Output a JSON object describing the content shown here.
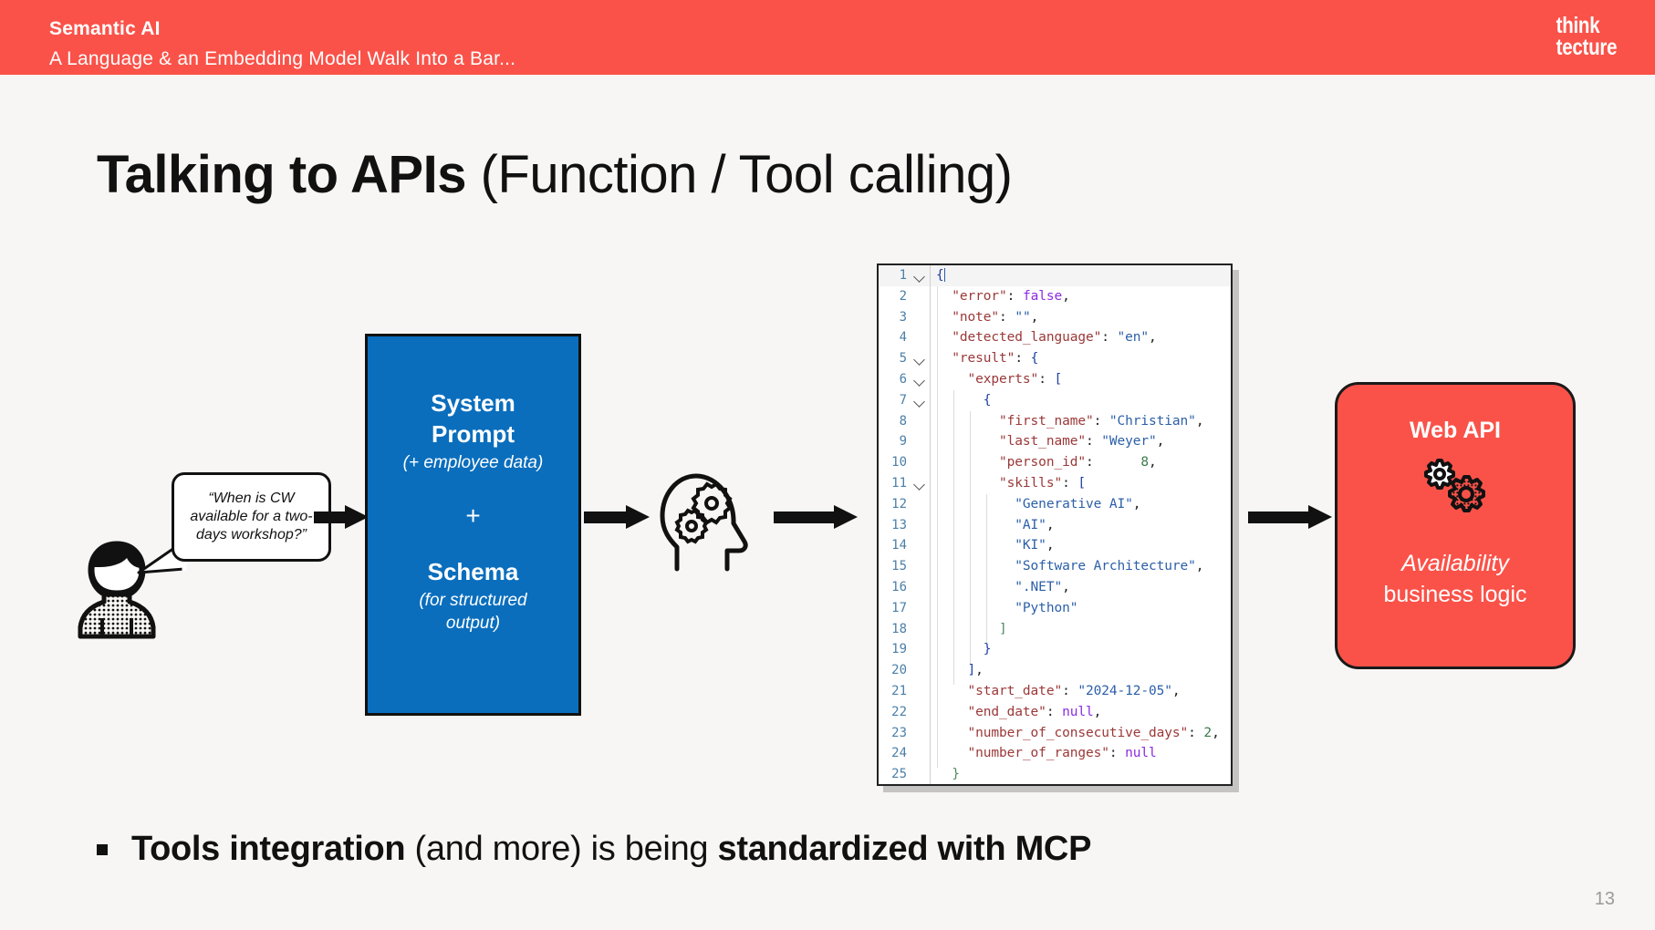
{
  "header": {
    "title": "Semantic AI",
    "subtitle": "A Language & an Embedding Model Walk Into a Bar...",
    "logo_line1": "think",
    "logo_line2": "tecture",
    "bar_color": "#fa5249"
  },
  "title": {
    "bold_part": "Talking to APIs",
    "regular_part": " (Function / Tool calling)"
  },
  "diagram": {
    "speech_bubble": "“When is CW available for a two-days workshop?”",
    "person_icon": "person-icon",
    "brain_icon": "head-with-gears-icon",
    "system_prompt_box": {
      "heading_line1": "System",
      "heading_line2": "Prompt",
      "sub1": "(+ employee data)",
      "plus": "+",
      "heading2": "Schema",
      "sub2_line1": "(for structured",
      "sub2_line2": "output)",
      "color": "#0a6ebd"
    },
    "web_api_box": {
      "heading": "Web API",
      "gears_icon": "gears-icon",
      "sub_italic": "Availability",
      "sub_regular": "business logic",
      "color": "#fa5249"
    },
    "arrows": [
      "arrow-right",
      "arrow-right",
      "arrow-right"
    ]
  },
  "code": {
    "language": "json",
    "active_line": 1,
    "lines": [
      {
        "n": 1,
        "fold": true,
        "indent": 0,
        "tokens": [
          {
            "t": "{",
            "c": "p"
          },
          {
            "t": "",
            "c": "cursor"
          }
        ]
      },
      {
        "n": 2,
        "fold": false,
        "indent": 1,
        "tokens": [
          {
            "t": "  \"error\"",
            "c": "k"
          },
          {
            "t": ": ",
            "c": "x"
          },
          {
            "t": "false",
            "c": "lit"
          },
          {
            "t": ",",
            "c": "x"
          }
        ]
      },
      {
        "n": 3,
        "fold": false,
        "indent": 1,
        "tokens": [
          {
            "t": "  \"note\"",
            "c": "k"
          },
          {
            "t": ": ",
            "c": "x"
          },
          {
            "t": "\"\"",
            "c": "s"
          },
          {
            "t": ",",
            "c": "x"
          }
        ]
      },
      {
        "n": 4,
        "fold": false,
        "indent": 1,
        "tokens": [
          {
            "t": "  \"detected_language\"",
            "c": "k"
          },
          {
            "t": ": ",
            "c": "x"
          },
          {
            "t": "\"en\"",
            "c": "s"
          },
          {
            "t": ",",
            "c": "x"
          }
        ]
      },
      {
        "n": 5,
        "fold": true,
        "indent": 1,
        "tokens": [
          {
            "t": "  \"result\"",
            "c": "k"
          },
          {
            "t": ": ",
            "c": "x"
          },
          {
            "t": "{",
            "c": "p"
          }
        ]
      },
      {
        "n": 6,
        "fold": true,
        "indent": 2,
        "tokens": [
          {
            "t": "    \"experts\"",
            "c": "k"
          },
          {
            "t": ": ",
            "c": "x"
          },
          {
            "t": "[",
            "c": "p"
          }
        ]
      },
      {
        "n": 7,
        "fold": true,
        "indent": 3,
        "tokens": [
          {
            "t": "      {",
            "c": "p"
          }
        ]
      },
      {
        "n": 8,
        "fold": false,
        "indent": 4,
        "tokens": [
          {
            "t": "        \"first_name\"",
            "c": "k"
          },
          {
            "t": ": ",
            "c": "x"
          },
          {
            "t": "\"Christian\"",
            "c": "s"
          },
          {
            "t": ",",
            "c": "x"
          }
        ]
      },
      {
        "n": 9,
        "fold": false,
        "indent": 4,
        "tokens": [
          {
            "t": "        \"last_name\"",
            "c": "k"
          },
          {
            "t": ": ",
            "c": "x"
          },
          {
            "t": "\"Weyer\"",
            "c": "s"
          },
          {
            "t": ",",
            "c": "x"
          }
        ]
      },
      {
        "n": 10,
        "fold": false,
        "indent": 4,
        "tokens": [
          {
            "t": "        \"person_id\"",
            "c": "k"
          },
          {
            "t": ":      ",
            "c": "x"
          },
          {
            "t": "8",
            "c": "n"
          },
          {
            "t": ",",
            "c": "x"
          }
        ]
      },
      {
        "n": 11,
        "fold": true,
        "indent": 4,
        "tokens": [
          {
            "t": "        \"skills\"",
            "c": "k"
          },
          {
            "t": ": ",
            "c": "x"
          },
          {
            "t": "[",
            "c": "p"
          }
        ]
      },
      {
        "n": 12,
        "fold": false,
        "indent": 5,
        "tokens": [
          {
            "t": "          \"Generative AI\"",
            "c": "s"
          },
          {
            "t": ",",
            "c": "x"
          }
        ]
      },
      {
        "n": 13,
        "fold": false,
        "indent": 5,
        "tokens": [
          {
            "t": "          \"AI\"",
            "c": "s"
          },
          {
            "t": ",",
            "c": "x"
          }
        ]
      },
      {
        "n": 14,
        "fold": false,
        "indent": 5,
        "tokens": [
          {
            "t": "          \"KI\"",
            "c": "s"
          },
          {
            "t": ",",
            "c": "x"
          }
        ]
      },
      {
        "n": 15,
        "fold": false,
        "indent": 5,
        "tokens": [
          {
            "t": "          \"Software Architecture\"",
            "c": "s"
          },
          {
            "t": ",",
            "c": "x"
          }
        ]
      },
      {
        "n": 16,
        "fold": false,
        "indent": 5,
        "tokens": [
          {
            "t": "          \".NET\"",
            "c": "s"
          },
          {
            "t": ",",
            "c": "x"
          }
        ]
      },
      {
        "n": 17,
        "fold": false,
        "indent": 5,
        "tokens": [
          {
            "t": "          \"Python\"",
            "c": "s"
          }
        ]
      },
      {
        "n": 18,
        "fold": false,
        "indent": 4,
        "tokens": [
          {
            "t": "        ]",
            "c": "pg"
          }
        ]
      },
      {
        "n": 19,
        "fold": false,
        "indent": 3,
        "tokens": [
          {
            "t": "      }",
            "c": "p"
          }
        ]
      },
      {
        "n": 20,
        "fold": false,
        "indent": 2,
        "tokens": [
          {
            "t": "    ]",
            "c": "p"
          },
          {
            "t": ",",
            "c": "x"
          }
        ]
      },
      {
        "n": 21,
        "fold": false,
        "indent": 1,
        "tokens": [
          {
            "t": "    \"start_date\"",
            "c": "k"
          },
          {
            "t": ": ",
            "c": "x"
          },
          {
            "t": "\"2024-12-05\"",
            "c": "s"
          },
          {
            "t": ",",
            "c": "x"
          }
        ]
      },
      {
        "n": 22,
        "fold": false,
        "indent": 1,
        "tokens": [
          {
            "t": "    \"end_date\"",
            "c": "k"
          },
          {
            "t": ": ",
            "c": "x"
          },
          {
            "t": "null",
            "c": "lit"
          },
          {
            "t": ",",
            "c": "x"
          }
        ]
      },
      {
        "n": 23,
        "fold": false,
        "indent": 1,
        "tokens": [
          {
            "t": "    \"number_of_consecutive_days\"",
            "c": "k"
          },
          {
            "t": ": ",
            "c": "x"
          },
          {
            "t": "2",
            "c": "n"
          },
          {
            "t": ",",
            "c": "x"
          }
        ]
      },
      {
        "n": 24,
        "fold": false,
        "indent": 1,
        "tokens": [
          {
            "t": "    \"number_of_ranges\"",
            "c": "k"
          },
          {
            "t": ": ",
            "c": "x"
          },
          {
            "t": "null",
            "c": "lit"
          }
        ]
      },
      {
        "n": 25,
        "fold": false,
        "indent": 0,
        "tokens": [
          {
            "t": "  }",
            "c": "pg"
          }
        ]
      }
    ]
  },
  "bullet": {
    "bold1": "Tools integration",
    "regular1": " (and more) is being ",
    "bold2": "standardized with MCP"
  },
  "page_number": "13"
}
